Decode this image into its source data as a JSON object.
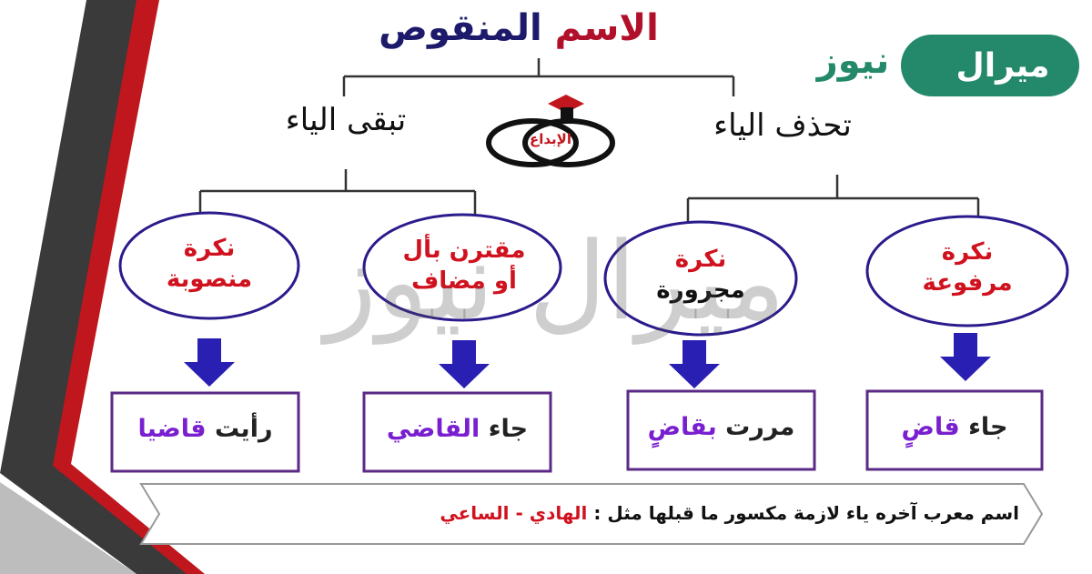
{
  "title": {
    "part1": "الاسم",
    "part2": "المنقوص"
  },
  "branches": {
    "right": "تحذف الياء",
    "left": "تبقى الياء"
  },
  "logo": {
    "text": "الإبداع"
  },
  "ovals": [
    {
      "line1": "نكرة",
      "line2": "منصوبة"
    },
    {
      "line1": "مقترن بأل",
      "line2": "أو مضاف"
    },
    {
      "line1": "نكرة",
      "line2": "مجرورة"
    },
    {
      "line1": "نكرة",
      "line2": "مرفوعة"
    }
  ],
  "boxes": [
    {
      "pre": "رأيت",
      "post": "قاضيا"
    },
    {
      "pre": "جاء",
      "post": "القاضي"
    },
    {
      "pre": "مررت",
      "post": "بقاضٍ"
    },
    {
      "pre": "جاء",
      "post": "قاضٍ"
    }
  ],
  "definition": {
    "text": "اسم معرب آخره ياء لازمة مكسور ما قبلها مثل :",
    "examples": "الهادي - الساعي"
  },
  "brand": {
    "name": "ميرال",
    "suffix": "نيوز"
  },
  "watermark": "ميرال نيوز",
  "colors": {
    "red": "#d0121f",
    "navy": "#1d1a6b",
    "arrow": "#2a1fb3",
    "brand": "#23896a",
    "box_border": "#5b2a86"
  }
}
